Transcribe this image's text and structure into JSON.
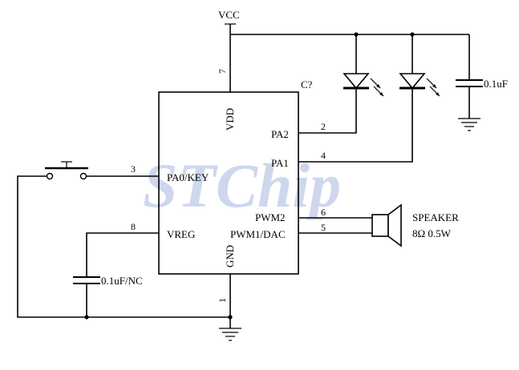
{
  "watermark": "STChip",
  "supply": {
    "vcc_label": "VCC"
  },
  "chip": {
    "ref": "C?",
    "pins": {
      "vdd": {
        "name": "VDD",
        "number": "7"
      },
      "gnd": {
        "name": "GND",
        "number": "1"
      },
      "pa2": {
        "name": "PA2",
        "number": "2"
      },
      "pa1": {
        "name": "PA1",
        "number": "4"
      },
      "pa0": {
        "name": "PA0/KEY",
        "number": "3"
      },
      "vreg": {
        "name": "VREG",
        "number": "8"
      },
      "pwm2": {
        "name": "PWM2",
        "number": "6"
      },
      "pwm1": {
        "name": "PWM1/DAC",
        "number": "5"
      }
    }
  },
  "components": {
    "decoupling_cap": "0.1uF",
    "vreg_cap": "0.1uF/NC",
    "speaker_name": "SPEAKER",
    "speaker_rating": "8Ω 0.5W"
  }
}
